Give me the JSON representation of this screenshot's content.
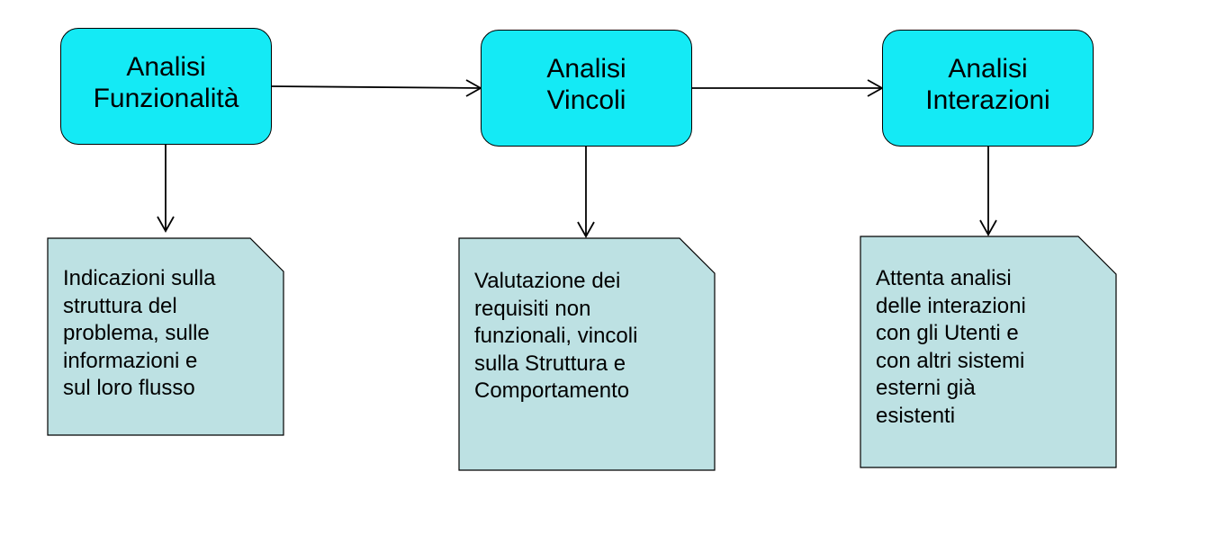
{
  "colors": {
    "step_fill": "#14eaf5",
    "note_fill": "#bde1e3",
    "stroke": "#000000"
  },
  "steps": [
    {
      "lines": [
        "Analisi",
        "Funzionalità"
      ]
    },
    {
      "lines": [
        "Analisi",
        "Vincoli"
      ]
    },
    {
      "lines": [
        "Analisi",
        "Interazioni"
      ]
    }
  ],
  "notes": [
    {
      "lines": [
        "Indicazioni sulla",
        "struttura del",
        "problema, sulle",
        "informazioni e",
        "sul loro flusso"
      ]
    },
    {
      "lines": [
        "Valutazione dei",
        "requisiti non",
        "funzionali, vincoli",
        "sulla Struttura e",
        "Comportamento"
      ]
    },
    {
      "lines": [
        "Attenta analisi",
        "delle interazioni",
        "con gli Utenti e",
        "con altri sistemi",
        "esterni già",
        "esistenti"
      ]
    }
  ]
}
